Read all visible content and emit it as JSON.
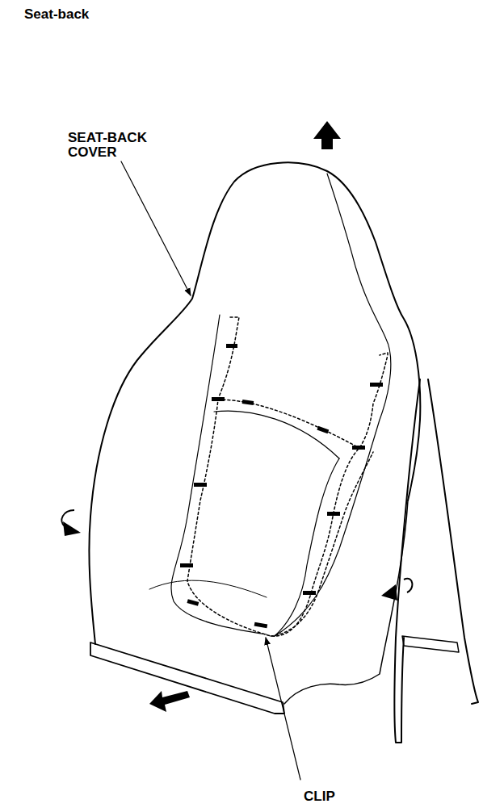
{
  "diagram": {
    "title": "Seat-back",
    "labels": [
      "SEAT-BACK COVER",
      "CLIP"
    ]
  }
}
